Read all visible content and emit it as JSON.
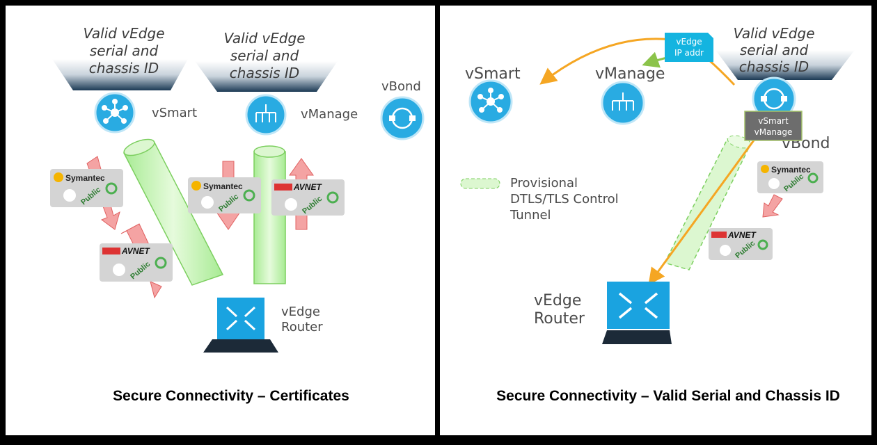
{
  "colors": {
    "node": "#29abe2",
    "tunnel": "#b9f0a6",
    "arrow": "#f08080",
    "orange": "#f5a623",
    "ip_box": "#14b4e0",
    "gray_box": "#6d6d6d"
  },
  "left": {
    "funnel1": [
      "Valid vEdge",
      "serial and",
      "chassis ID"
    ],
    "funnel2": [
      "Valid vEdge",
      "serial and",
      "chassis ID"
    ],
    "vsmart": "vSmart",
    "vmanage": "vManage",
    "vbond": "vBond",
    "router": [
      "vEdge",
      "Router"
    ],
    "certs": {
      "symantec": "Symantec",
      "avnet": "AVNET",
      "public": "Public"
    },
    "caption": "Secure Connectivity – Certificates"
  },
  "right": {
    "funnel": [
      "Valid vEdge",
      "serial and",
      "chassis ID"
    ],
    "vsmart": "vSmart",
    "vmanage": "vManage",
    "vbond": "vBond",
    "ip_box": [
      "vEdge",
      "IP addr"
    ],
    "gray_box": [
      "vSmart",
      "vManage"
    ],
    "legend": [
      "Provisional",
      "DTLS/TLS Control",
      "Tunnel"
    ],
    "router": [
      "vEdge",
      "Router"
    ],
    "certs": {
      "symantec": "Symantec",
      "avnet": "AVNET",
      "public": "Public"
    },
    "caption": "Secure Connectivity – Valid Serial and Chassis ID"
  }
}
